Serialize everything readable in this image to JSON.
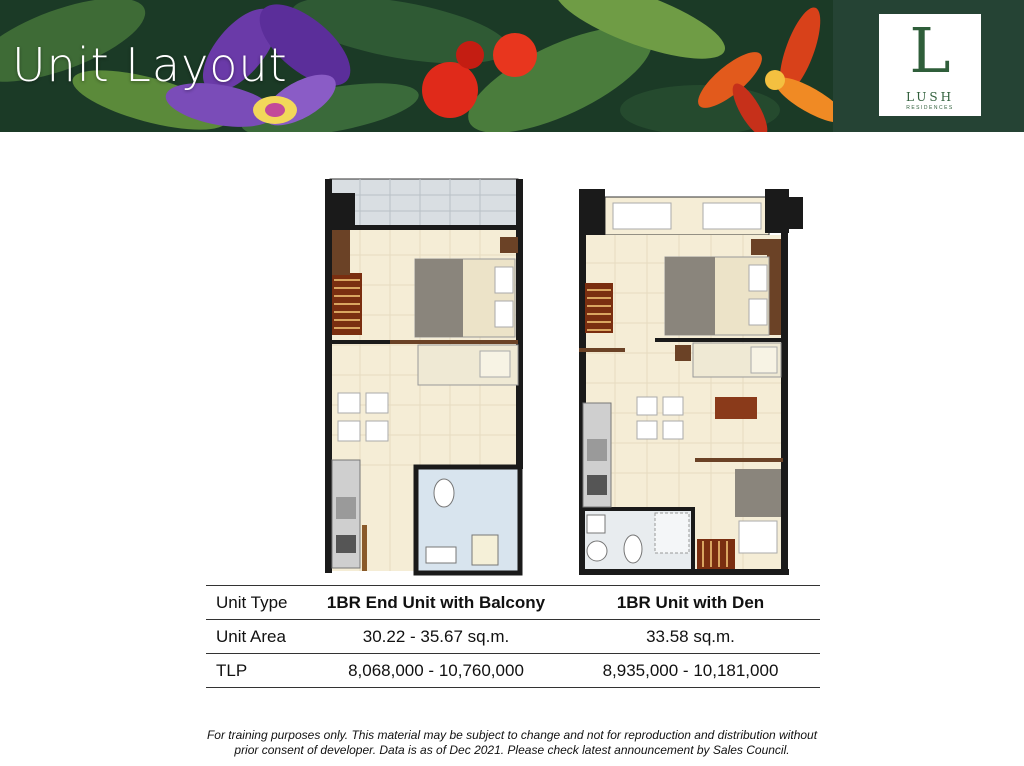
{
  "header": {
    "title": "Unit Layout",
    "logo": {
      "letter": "L",
      "name": "LUSH",
      "sub": "RESIDENCES"
    }
  },
  "plans": [
    {
      "name": "1br-end-unit-floor-plan-image"
    },
    {
      "name": "1br-unit-with-den-floor-plan-image"
    }
  ],
  "spec_table": {
    "rows": [
      {
        "label": "Unit Type",
        "col1": "1BR End Unit with Balcony",
        "col2": "1BR Unit with Den"
      },
      {
        "label": "Unit Area",
        "col1": "30.22 -  35.67 sq.m.",
        "col2": "33.58 sq.m."
      },
      {
        "label": "TLP",
        "col1": "8,068,000 -  10,760,000",
        "col2": "8,935,000 -  10,181,000"
      }
    ]
  },
  "disclaimer": {
    "line1": "For training purposes only. This material may be subject to change and not for reproduction and distribution without",
    "line2": "prior consent of developer. Data is as of Dec 2021. Please check latest announcement by Sales Council."
  },
  "colors": {
    "brand_green": "#2f5e3a",
    "header_dark": "#254334",
    "floor_tile": "#f5edd6",
    "wall": "#1a1a1a"
  }
}
